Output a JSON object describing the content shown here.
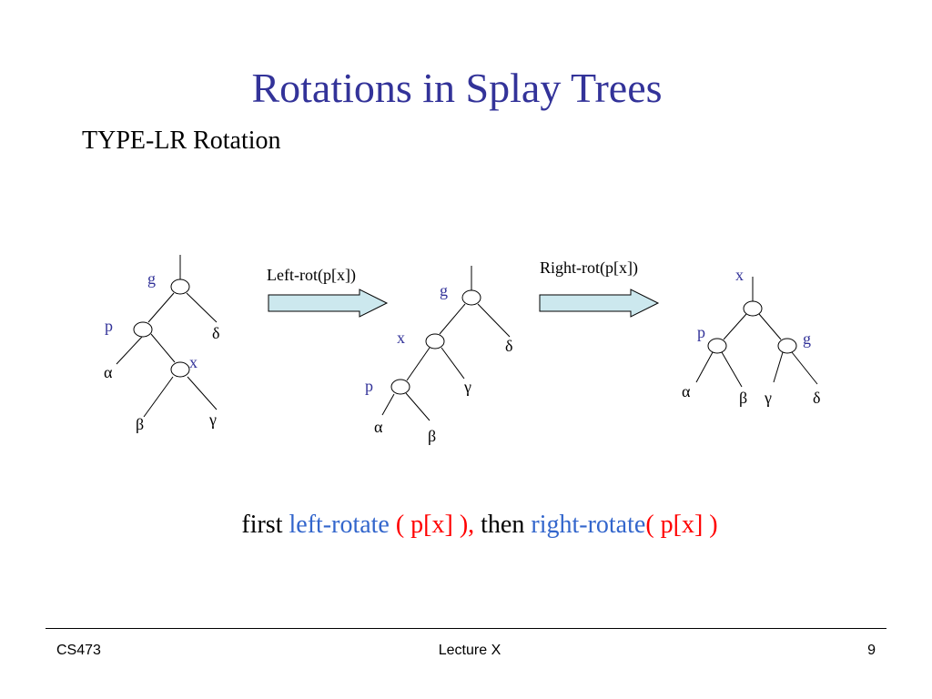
{
  "slide": {
    "title": "Rotations in Splay Trees",
    "subtitle": "TYPE-LR Rotation",
    "caption": {
      "part1": "first ",
      "part2": "left-rotate",
      "part3": " ( p[x] ),",
      "part4": " then ",
      "part5": "right-rotate",
      "part6": "( p[x] )"
    },
    "colors": {
      "title": "#333399",
      "node_label": "#333399",
      "caption_blue": "#3366cc",
      "caption_red": "#ff0000",
      "arrow_fill": "#cce8ee"
    }
  },
  "diagram": {
    "arrows": [
      {
        "label": "Left-rot(p[x])"
      },
      {
        "label": "Right-rot(p[x])"
      }
    ],
    "trees": [
      {
        "labels": {
          "g": "g",
          "p": "p",
          "x": "x",
          "alpha": "α",
          "beta": "β",
          "gamma": "γ",
          "delta": "δ"
        }
      },
      {
        "labels": {
          "g": "g",
          "x": "x",
          "p": "p",
          "alpha": "α",
          "beta": "β",
          "gamma": "γ",
          "delta": "δ"
        }
      },
      {
        "labels": {
          "x": "x",
          "p": "p",
          "g": "g",
          "alpha": "α",
          "beta": "β",
          "gamma": "γ",
          "delta": "δ"
        }
      }
    ]
  },
  "footer": {
    "left": "CS473",
    "center": "Lecture X",
    "right": "9"
  }
}
